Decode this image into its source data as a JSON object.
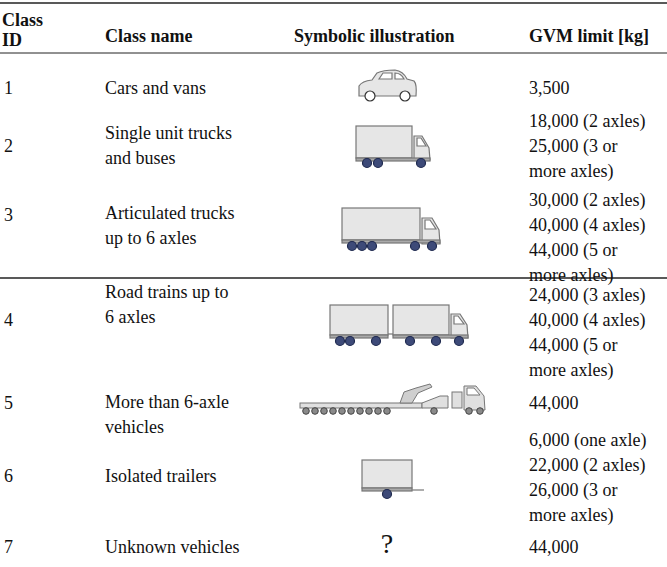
{
  "diagram": {
    "labels": [
      "Class ID",
      "Class name",
      "Symbolic illustration",
      "GVM limit [kg]",
      "1",
      "Cars and vans",
      "3,500",
      "2",
      "Single unit trucks and buses",
      "18,000 (2 axles)",
      "25,000 (3 or more axles)",
      "3",
      "Articulated trucks up to 6 axles",
      "30,000 (2 axles)",
      "40,000 (4 axles)",
      "44,000 (5 or more axles)",
      "4",
      "Road trains up to 6 axles",
      "24,000 (3 axles)",
      "40,000 (4 axles)",
      "44,000 (5 or more axles)",
      "5",
      "More than 6-axle vehicles",
      "44,000",
      "6",
      "Isolated trailers",
      "6,000 (one axle)",
      "22,000 (2 axles)",
      "26,000 (3 or more axles)",
      "7",
      "Unknown vehicles",
      "?",
      "44,000"
    ]
  }
}
